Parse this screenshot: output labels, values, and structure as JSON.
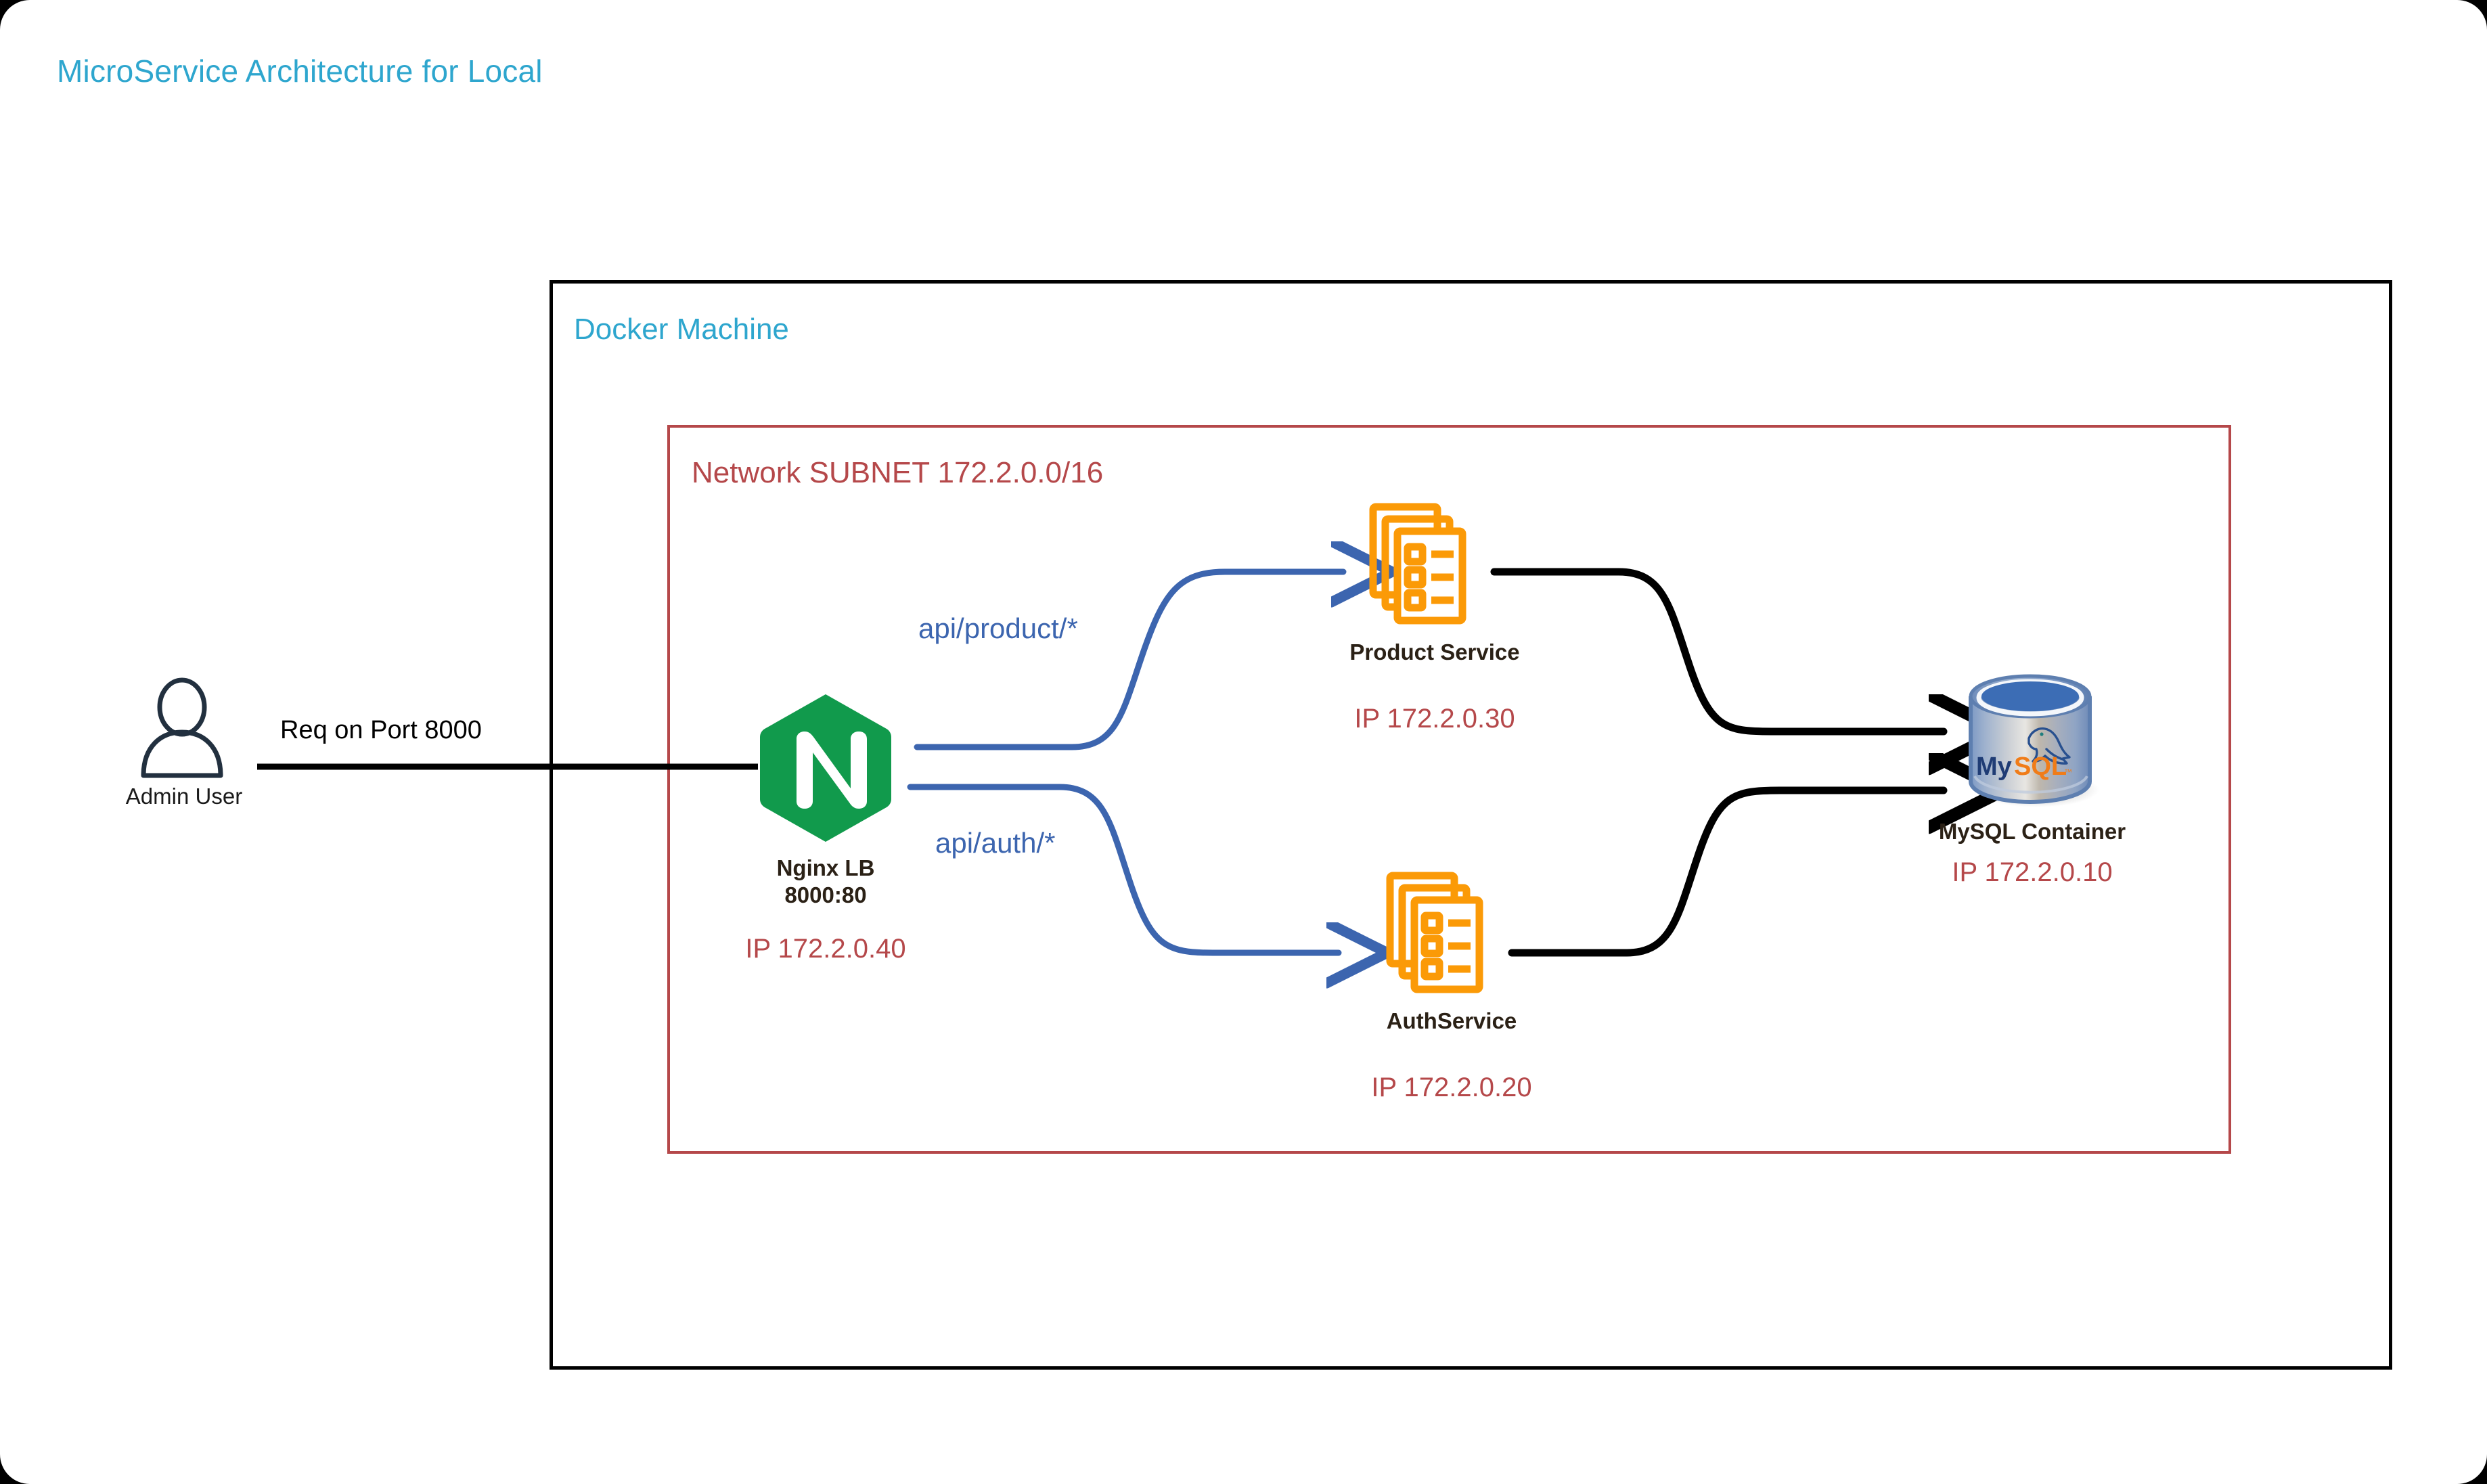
{
  "title": "MicroService Architecture for Local",
  "colors": {
    "title_blue": "#2EA6CE",
    "subnet_red": "#B5484A",
    "edge_blue": "#3C65AF",
    "edge_black": "#000000",
    "nginx_green": "#119A4C",
    "service_orange": "#FB9A07",
    "label_dark": "#2B2116",
    "canvas_white": "#FFFFFF",
    "page_black": "#000000"
  },
  "containers": {
    "docker_machine": {
      "label": "Docker Machine",
      "border_color": "#000000"
    },
    "subnet": {
      "label": "Network SUBNET 172.2.0.0/16",
      "border_color": "#B5484A"
    }
  },
  "nodes": {
    "admin_user": {
      "label": "Admin User",
      "icon": "person-icon"
    },
    "nginx": {
      "label_line1": "Nginx LB",
      "label_line2": "8000:80",
      "label": "Nginx LB\n8000:80",
      "ip": "IP 172.2.0.40",
      "icon": "nginx-logo-icon"
    },
    "product_service": {
      "label": "Product Service",
      "ip": "IP 172.2.0.30",
      "icon": "stacked-documents-icon"
    },
    "auth_service": {
      "label": "AuthService",
      "ip": "IP 172.2.0.20",
      "icon": "stacked-documents-icon"
    },
    "mysql": {
      "label": "MySQL Container",
      "ip": "IP 172.2.0.10",
      "icon": "mysql-database-cylinder-icon"
    }
  },
  "edges": {
    "user_to_nginx": {
      "label": "Req on Port 8000",
      "color": "#000000",
      "arrowhead": false
    },
    "nginx_to_product": {
      "label": "api/product/*",
      "color": "#3C65AF",
      "arrowhead": true
    },
    "nginx_to_auth": {
      "label": "api/auth/*",
      "color": "#3C65AF",
      "arrowhead": true
    },
    "product_to_mysql": {
      "label": "",
      "color": "#000000",
      "arrowhead": true
    },
    "auth_to_mysql": {
      "label": "",
      "color": "#000000",
      "arrowhead": true
    }
  }
}
